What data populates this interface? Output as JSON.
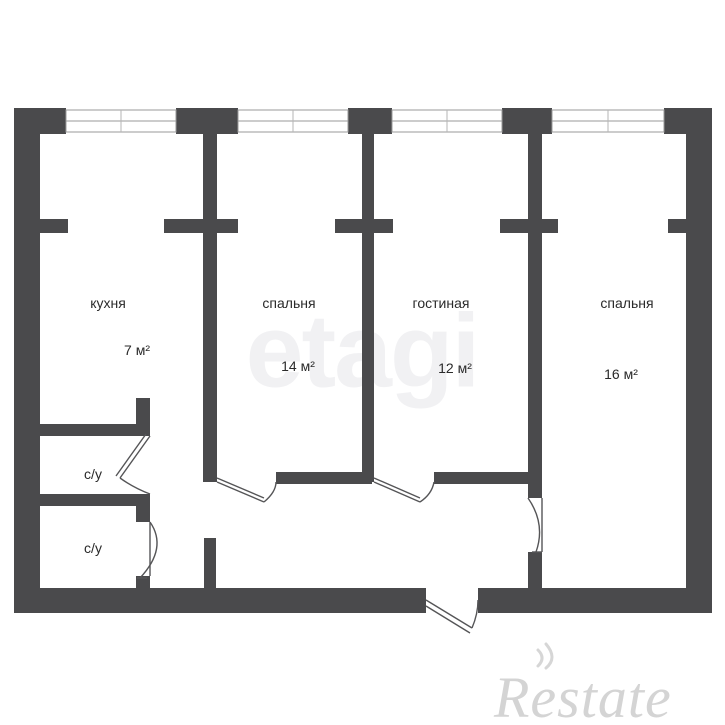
{
  "rooms": [
    {
      "name": "кухня",
      "area": "7 м²"
    },
    {
      "name": "спальня",
      "area": "14 м²"
    },
    {
      "name": "гостиная",
      "area": "12 м²"
    },
    {
      "name": "спальня",
      "area": "16 м²"
    }
  ],
  "bathrooms": [
    {
      "name": "с/у"
    },
    {
      "name": "с/у"
    }
  ],
  "watermark": "etagi",
  "brand": "Restate",
  "colors": {
    "wall": "#4a4a4c",
    "floor": "#ffffff",
    "window": "#9a9a9a",
    "watermark": "#f1f1f3"
  }
}
